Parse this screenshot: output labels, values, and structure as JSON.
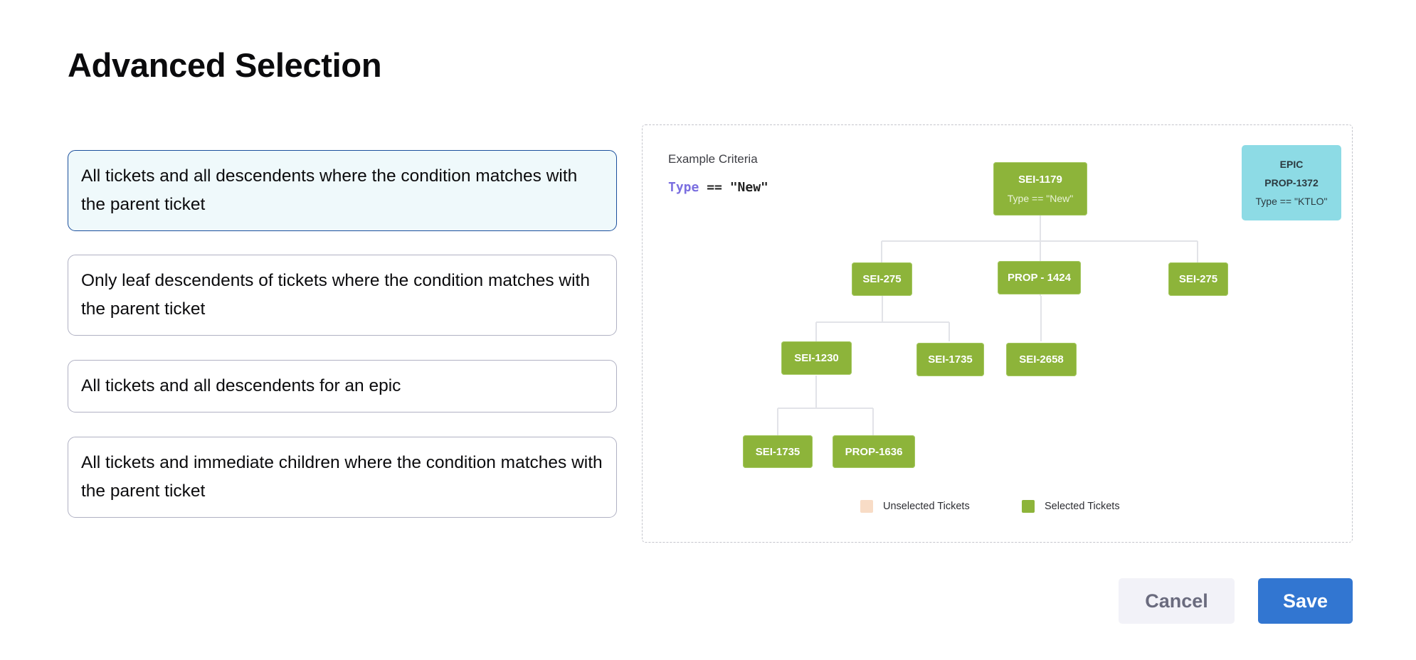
{
  "title": "Advanced Selection",
  "options": [
    {
      "label": "All tickets and all descendents where the condition matches with the parent ticket",
      "selected": true
    },
    {
      "label": "Only leaf descendents of tickets where the condition matches with the parent ticket",
      "selected": false
    },
    {
      "label": "All tickets and all descendents for an epic",
      "selected": false
    },
    {
      "label": "All tickets and immediate children where the condition matches with the parent ticket",
      "selected": false
    }
  ],
  "example": {
    "label": "Example Criteria",
    "code_keyword": "Type",
    "code_rest": " == \"New\""
  },
  "tree": {
    "root": {
      "id": "SEI-1179",
      "criteria": "Type == \"New\""
    },
    "epic": {
      "type": "EPIC",
      "id": "PROP-1372",
      "criteria": "Type == \"KTLO\""
    },
    "level2": [
      "SEI-275",
      "PROP - 1424",
      "SEI-275"
    ],
    "level3": [
      "SEI-1230",
      "SEI-1735",
      "SEI-2658"
    ],
    "level4": [
      "SEI-1735",
      "PROP-1636"
    ]
  },
  "legend": {
    "unselected": "Unselected Tickets",
    "selected": "Selected Tickets"
  },
  "colors": {
    "selected_ticket": "#8db43a",
    "unselected_ticket": "#f8dcc6",
    "epic": "#8ddbe5",
    "primary": "#3276d1"
  },
  "buttons": {
    "cancel": "Cancel",
    "save": "Save"
  }
}
